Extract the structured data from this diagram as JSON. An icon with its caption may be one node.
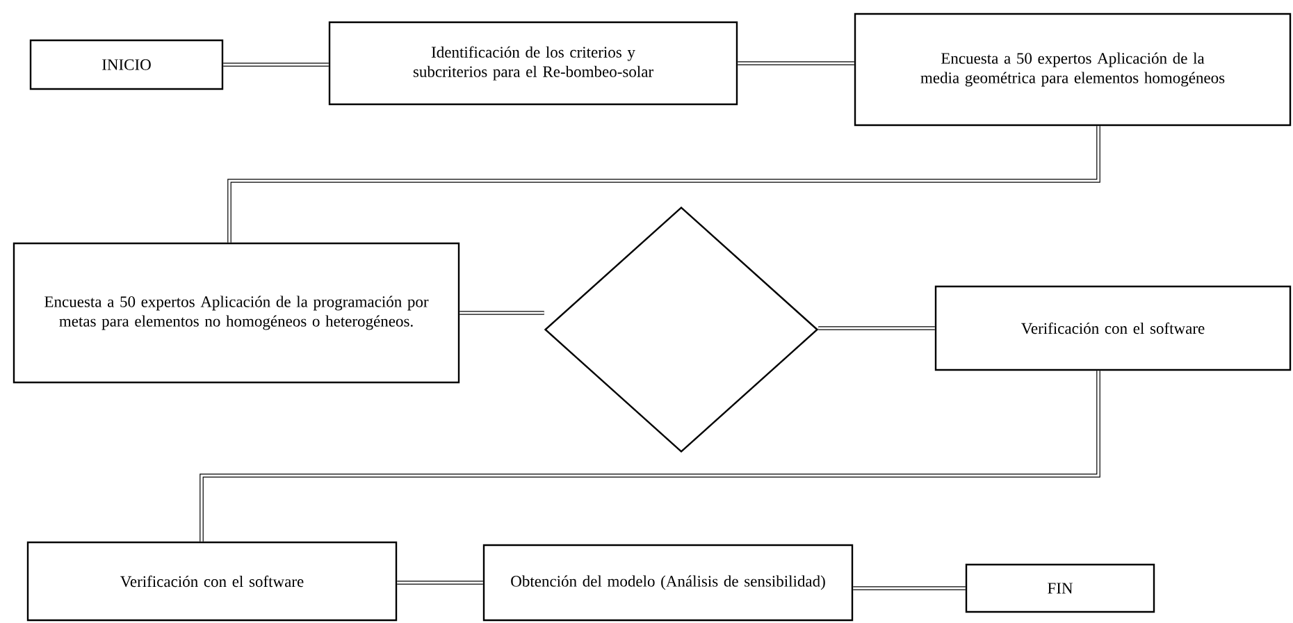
{
  "diagram": {
    "nodes": [
      {
        "text": [
          "INICIO"
        ]
      },
      {
        "text": [
          "Identificación de los criterios y subcriterios para el Re-bombeo-solar"
        ]
      },
      {
        "text": [
          "Encuesta a 50 expertos Aplicación de la media geométrica para elementos homogéneos"
        ]
      },
      {
        "text": [
          "Encuesta a 50 expertos Aplicación de la programación por metas para elementos no homogéneos o heterogéneos."
        ]
      },
      {
        "text": [],
        "shape": "diamond"
      },
      {
        "text": [
          "Verificación con el software"
        ]
      },
      {
        "text": [
          "Verificación con el software"
        ]
      },
      {
        "text": [
          "Obtención del modelo (Análisis de sensibilidad)"
        ]
      },
      {
        "text": [
          "FIN"
        ]
      }
    ],
    "edges": [
      {
        "from": 0,
        "to": 1,
        "arrow": "none"
      },
      {
        "from": 1,
        "to": 2,
        "arrow": "none"
      },
      {
        "from": 2,
        "to": 3,
        "arrow": "none"
      },
      {
        "from": 3,
        "to": 4,
        "arrow": "none"
      },
      {
        "from": 4,
        "to": 5,
        "arrow": "none"
      },
      {
        "from": 5,
        "to": 6,
        "arrow": "none"
      },
      {
        "from": 6,
        "to": 7,
        "arrow": "none"
      },
      {
        "from": 7,
        "to": 8,
        "arrow": "none"
      }
    ]
  }
}
